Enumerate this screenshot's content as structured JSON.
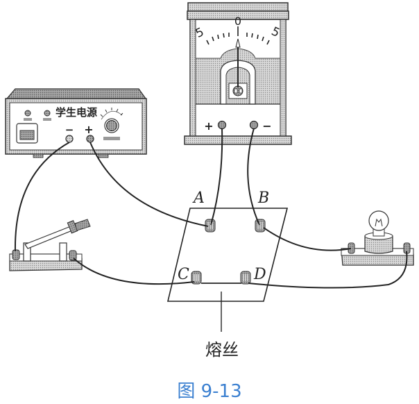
{
  "figure": {
    "caption": "图 9-13",
    "caption_color": "#3a7fd0"
  },
  "galvanometer": {
    "scale_left": "5",
    "scale_center": "0",
    "scale_right": "5",
    "terminal_plus": "+",
    "terminal_minus": "−"
  },
  "power_supply": {
    "title": "学生电源",
    "terminal_minus": "−",
    "terminal_plus": "+"
  },
  "board": {
    "label_a": "A",
    "label_b": "B",
    "label_c": "C",
    "label_d": "D",
    "fuse_label": "熔丝"
  },
  "components": {
    "switch": "knife-switch",
    "lamp": "bulb"
  }
}
